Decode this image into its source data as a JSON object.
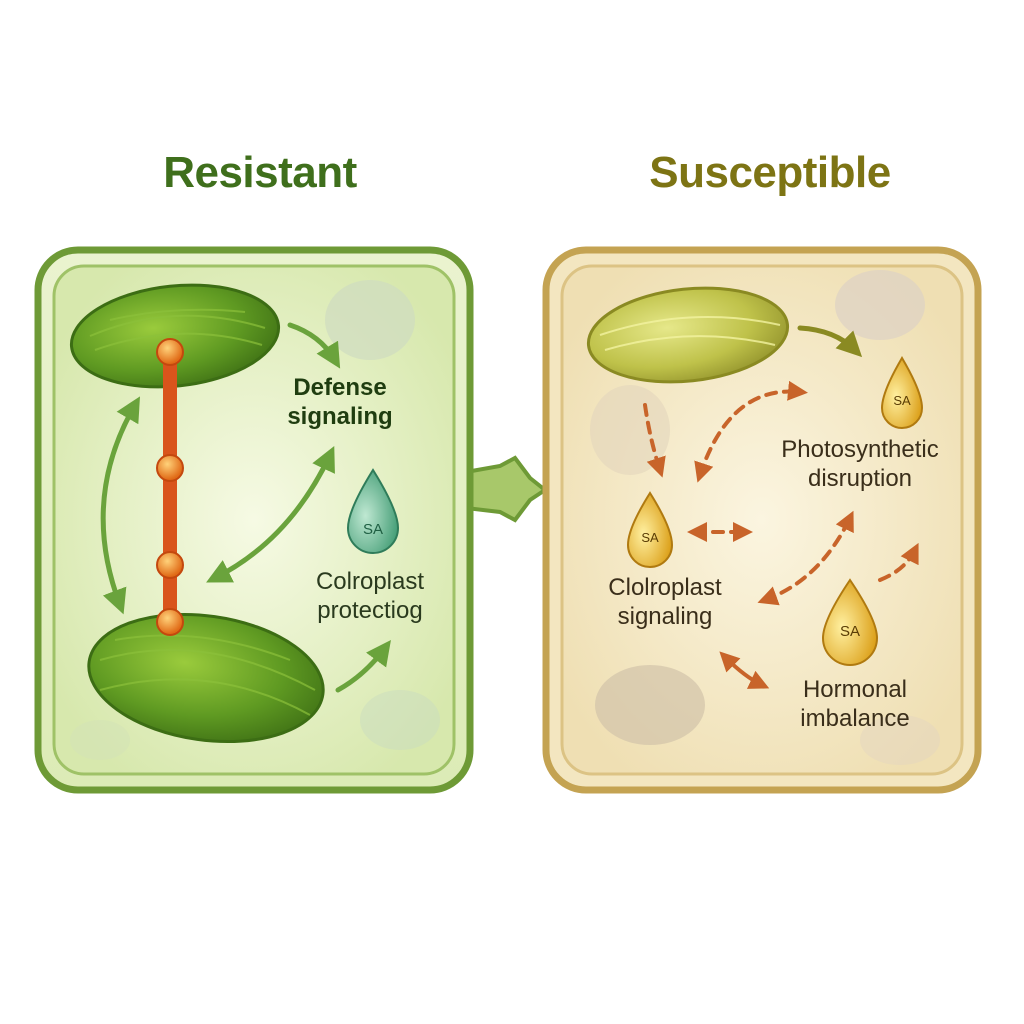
{
  "panels": {
    "resistant": {
      "title": "Resistant",
      "defense_label": "Defense\nsignaling",
      "sa_label": "SA",
      "protect_label": "Colroplast\nprotectiog"
    },
    "susceptible": {
      "title": "Susceptible",
      "photo_label": "Photosynthetic\ndisruption",
      "chloro_label": "Clolroplast\nsignaling",
      "hormone_label": "Hormonal\nimbalance",
      "sa_labels": [
        "SA",
        "SA",
        "SA"
      ]
    }
  },
  "colors": {
    "resistant_title": "#3f6f1c",
    "susceptible_title": "#7d7414",
    "resistant_border": "#7aa844",
    "susceptible_border": "#c9a95a",
    "signal_chain": "#d9541c",
    "green_arrow": "#6aa33c",
    "orange_arrow": "#c8642a",
    "sa_green": "#4a9e78",
    "sa_gold": "#e0a020"
  }
}
